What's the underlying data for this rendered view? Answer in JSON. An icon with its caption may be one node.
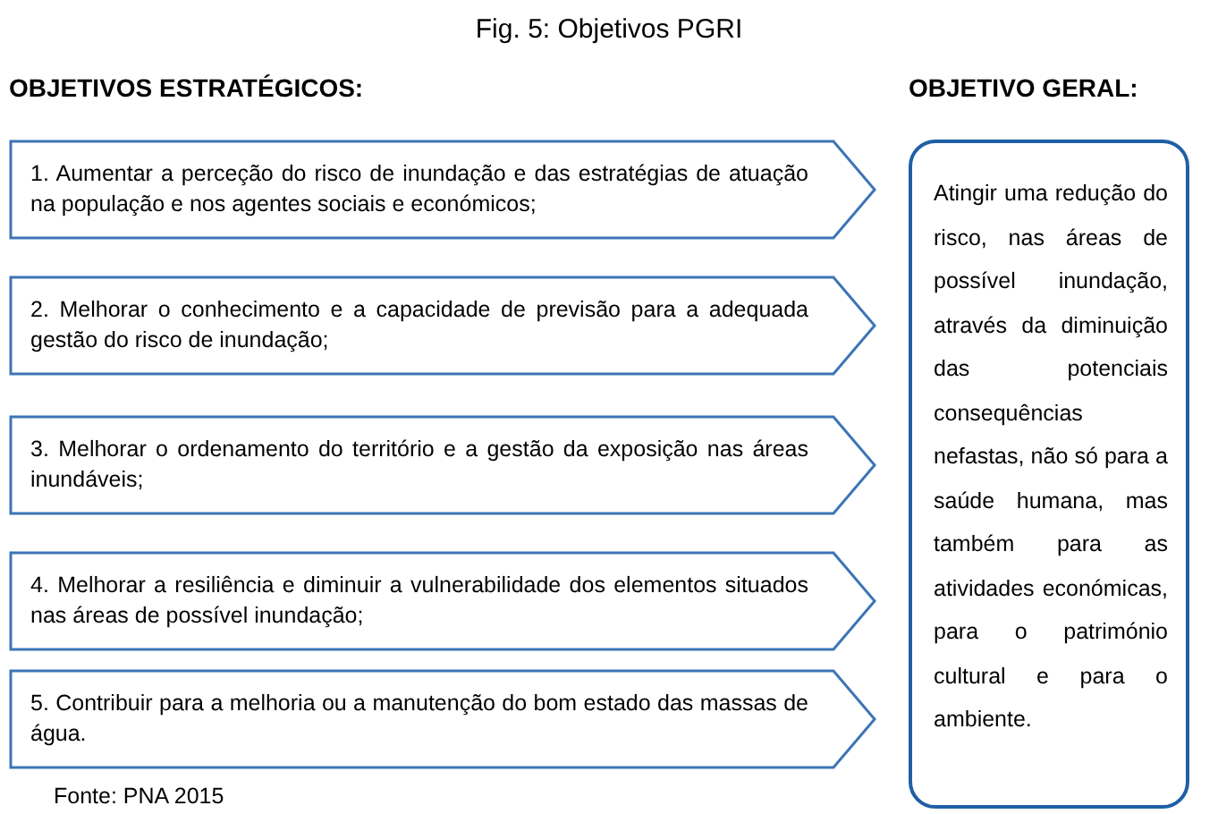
{
  "diagram": {
    "title": "Fig. 5: Objetivos PGRI",
    "nodes": [
      {
        "text": [
          "1. Aumentar a perceção do risco de inundação e das estratégias de atuação na população e nos agentes sociais e económicos;"
        ]
      },
      {
        "text": [
          "2. Melhorar o conhecimento e a capacidade de previsão para a adequada gestão do risco de inundação;"
        ]
      },
      {
        "text": [
          "3. Melhorar o ordenamento do território e a gestão da exposição nas áreas inundáveis;"
        ]
      },
      {
        "text": [
          "4. Melhorar a resiliência e diminuir a vulnerabilidade dos elementos situados nas áreas de possível inundação;"
        ]
      },
      {
        "text": [
          "5. Contribuir para a melhoria ou a manutenção do bom estado das massas de água."
        ]
      },
      {
        "text": [
          "Atingir uma redução do risco, nas áreas de possível inundação, através da diminuição das potenciais consequências nefastas, não só para a saúde humana, mas também para as atividades económicas, para o património cultural e para o ambiente."
        ]
      }
    ],
    "labels": [
      "OBJETIVOS ESTRATÉGICOS:",
      "OBJETIVO GERAL:",
      "Fonte: PNA 2015"
    ]
  }
}
